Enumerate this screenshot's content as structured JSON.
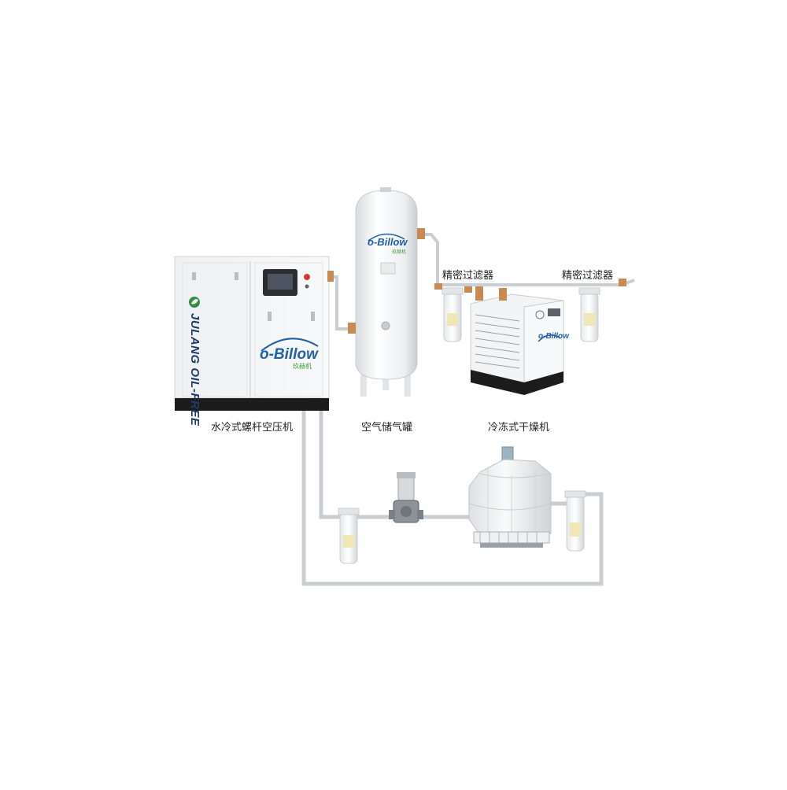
{
  "labels": {
    "compressor": "水冷式螺杆空压机",
    "tank": "空气储气罐",
    "dryer": "冷冻式干燥机",
    "filter_left": "精密过滤器",
    "filter_right": "精密过滤器"
  },
  "brand": {
    "compressor_side_text": "JULANG OIL-FREE",
    "logo_text": "o-Billow",
    "logo_sub": "玖赫机"
  },
  "colors": {
    "pipe": "#c9ced3",
    "machine_body": "#f4f5f6",
    "base_dark": "#1c1c1c",
    "brand_blue": "#1f5fa8",
    "brand_green": "#3a9a3a",
    "valve_copper": "#c98a52"
  }
}
